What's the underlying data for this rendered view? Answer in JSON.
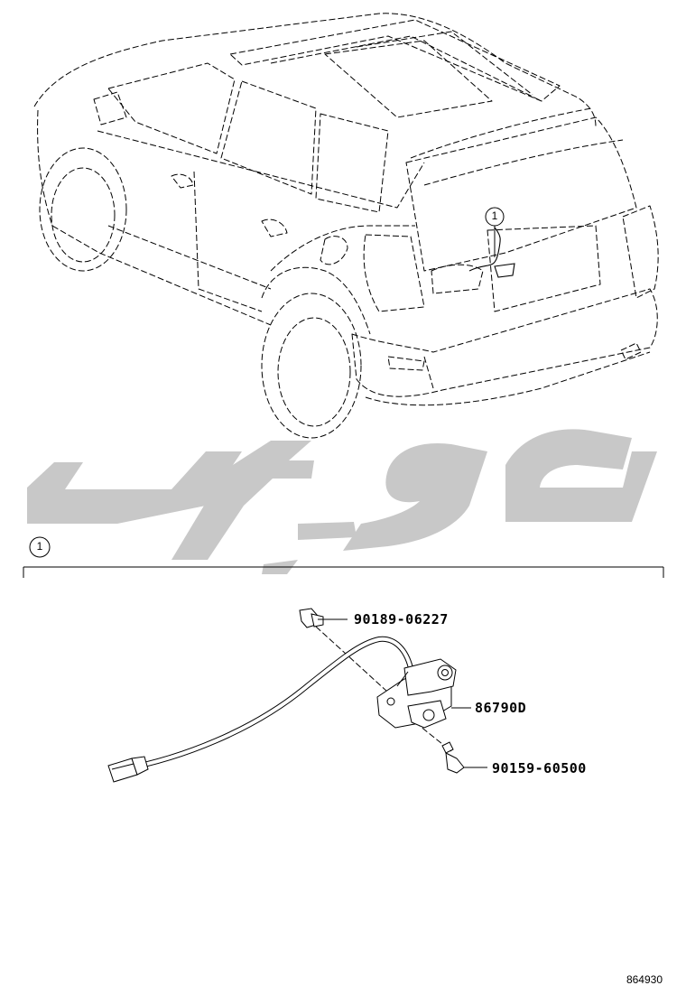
{
  "callout": {
    "number": "1"
  },
  "section": {
    "callout_number": "1"
  },
  "parts": {
    "clip": {
      "part_number": "90189-06227"
    },
    "camera": {
      "part_number": "86790D"
    },
    "screw": {
      "part_number": "90159-60500"
    }
  },
  "watermark": {
    "text": "توپک"
  },
  "diagram_id": "864930",
  "colors": {
    "line": "#000000",
    "watermark": "#c8c8c8",
    "background": "#ffffff"
  }
}
